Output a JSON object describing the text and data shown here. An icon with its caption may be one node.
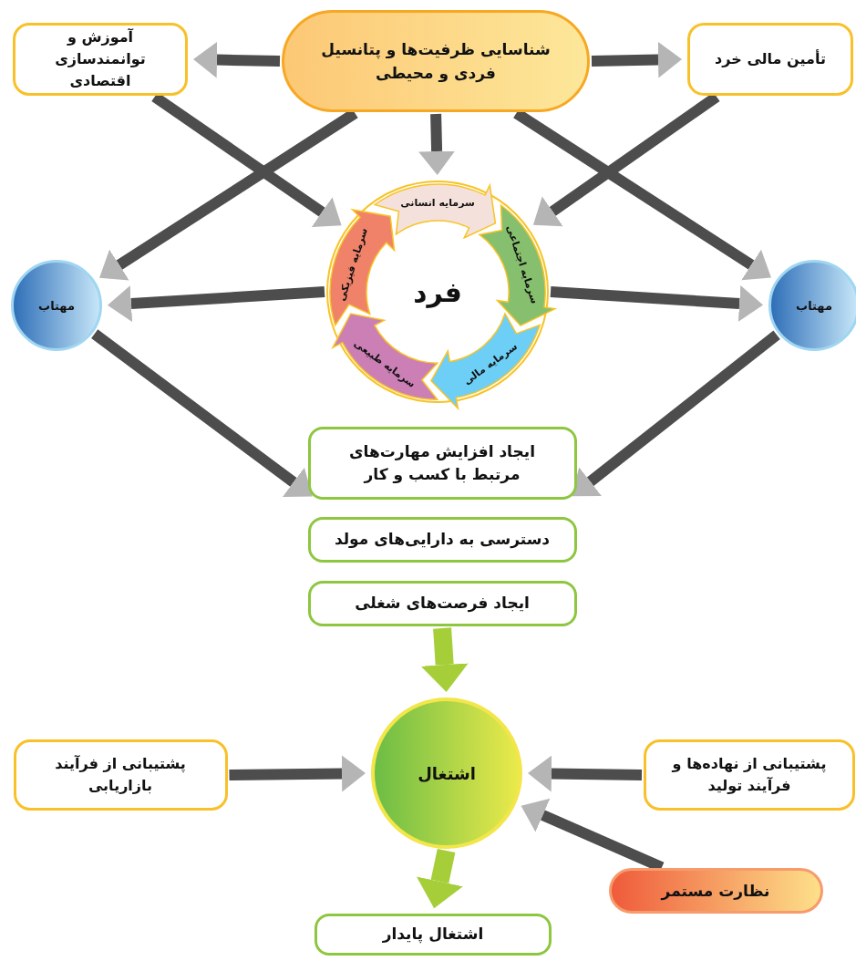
{
  "diagram": {
    "nodes": [
      {
        "text": [
          "شناسایی ظرفیت‌ها و پتانسیل فردی و محیطی"
        ]
      },
      {
        "text": [
          "آموزش و توانمندسازی اقتصادی"
        ]
      },
      {
        "text": [
          "تأمین مالی خرد"
        ]
      },
      {
        "text": [
          "فرد"
        ]
      },
      {
        "text": [
          "سرمایه انسانی"
        ],
        "in": 3
      },
      {
        "text": [
          "سرمایه اجتماعی"
        ],
        "in": 3
      },
      {
        "text": [
          "سرمایه مالی"
        ],
        "in": 3
      },
      {
        "text": [
          "سرمایه طبیعی"
        ],
        "in": 3
      },
      {
        "text": [
          "سرمایه فیزیکی"
        ],
        "in": 3
      },
      {
        "text": [
          "مهتاب"
        ]
      },
      {
        "text": [
          "مهتاب"
        ]
      },
      {
        "text": [
          "ایجاد افزایش مهارت‌های مرتبط با کسب و کار"
        ]
      },
      {
        "text": [
          "دسترسی به دارایی‌های مولد"
        ]
      },
      {
        "text": [
          "ایجاد فرصت‌های شغلی"
        ]
      },
      {
        "text": [
          "اشتغال"
        ]
      },
      {
        "text": [
          "پشتیبانی از فرآیند بازاریابی"
        ]
      },
      {
        "text": [
          "پشتیبانی از نهاده‌ها و فرآیند تولید"
        ]
      },
      {
        "text": [
          "نظارت مستمر"
        ]
      },
      {
        "text": [
          "اشتغال پایدار"
        ]
      }
    ],
    "edges": [
      {
        "from": 0,
        "to": 1,
        "arrow": "to"
      },
      {
        "from": 0,
        "to": 2,
        "arrow": "to"
      },
      {
        "from": 0,
        "to": 3,
        "arrow": "to"
      },
      {
        "from": 0,
        "to": 9,
        "arrow": "to"
      },
      {
        "from": 0,
        "to": 10,
        "arrow": "to"
      },
      {
        "from": 1,
        "to": 3,
        "arrow": "to"
      },
      {
        "from": 2,
        "to": 3,
        "arrow": "to"
      },
      {
        "from": 3,
        "to": 9,
        "arrow": "to"
      },
      {
        "from": 3,
        "to": 10,
        "arrow": "to"
      },
      {
        "from": 9,
        "to": 11,
        "arrow": "to"
      },
      {
        "from": 10,
        "to": 11,
        "arrow": "to"
      },
      {
        "from": 13,
        "to": 14,
        "arrow": "to",
        "color": "#a6ce39"
      },
      {
        "from": 15,
        "to": 14,
        "arrow": "to"
      },
      {
        "from": 16,
        "to": 14,
        "arrow": "to"
      },
      {
        "from": 17,
        "to": 14,
        "arrow": "to"
      },
      {
        "from": 14,
        "to": 18,
        "arrow": "to",
        "color": "#a6ce39"
      }
    ]
  }
}
